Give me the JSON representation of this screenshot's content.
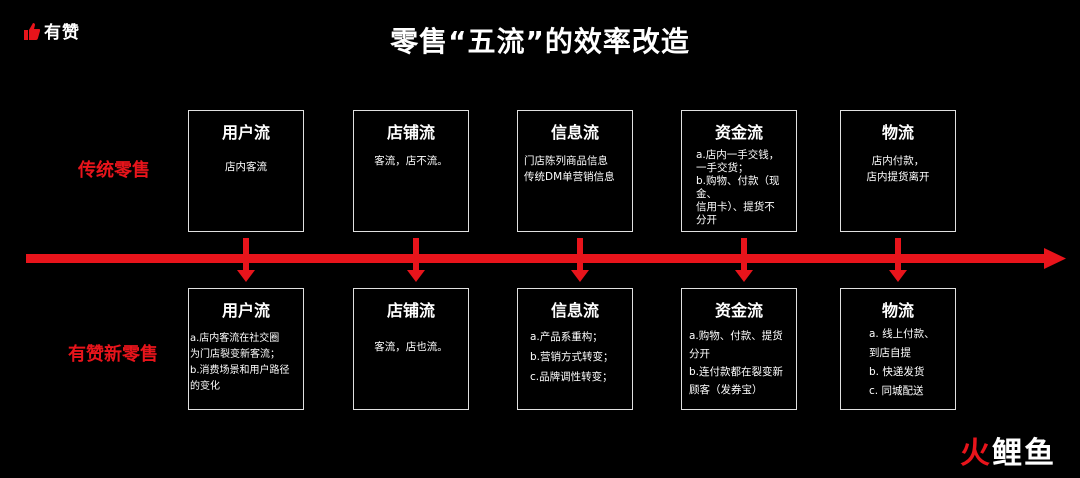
{
  "brand": {
    "name": "有赞"
  },
  "title": "零售“五流”的效率改造",
  "rows": {
    "traditional": "传统零售",
    "new": "有赞新零售"
  },
  "top_boxes": [
    {
      "title": "用户流",
      "body": "店内客流"
    },
    {
      "title": "店铺流",
      "body": "客流，店不流。"
    },
    {
      "title": "信息流",
      "body": "门店陈列商品信息\n传统DM单营销信息"
    },
    {
      "title": "资金流",
      "body": "a.店内一手交钱，\n  一手交货；\nb.购物、付款（现金、\n信用卡）、提货不\n分开"
    },
    {
      "title": "物流",
      "body": "店内付款，\n店内提货离开"
    }
  ],
  "bottom_boxes": [
    {
      "title": "用户流",
      "body": "a.店内客流在社交圈\n为门店裂变新客流；\nb.消费场景和用户路径\n的变化"
    },
    {
      "title": "店铺流",
      "body": "客流，店也流。"
    },
    {
      "title": "信息流",
      "body": "a.产品系重构；\nb.营销方式转变；\nc.品牌调性转变；"
    },
    {
      "title": "资金流",
      "body": "a.购物、付款、提货\n分开\nb.连付款都在裂变新\n顾客（发券宝）"
    },
    {
      "title": "物流",
      "body": "a. 线上付款、\n到店自提\nb. 快递发货\nc. 同城配送"
    }
  ],
  "watermark": {
    "part1": "火",
    "part2": "鲤鱼"
  },
  "colors": {
    "accent": "#e8141b",
    "background": "#000000",
    "text": "#ffffff"
  }
}
